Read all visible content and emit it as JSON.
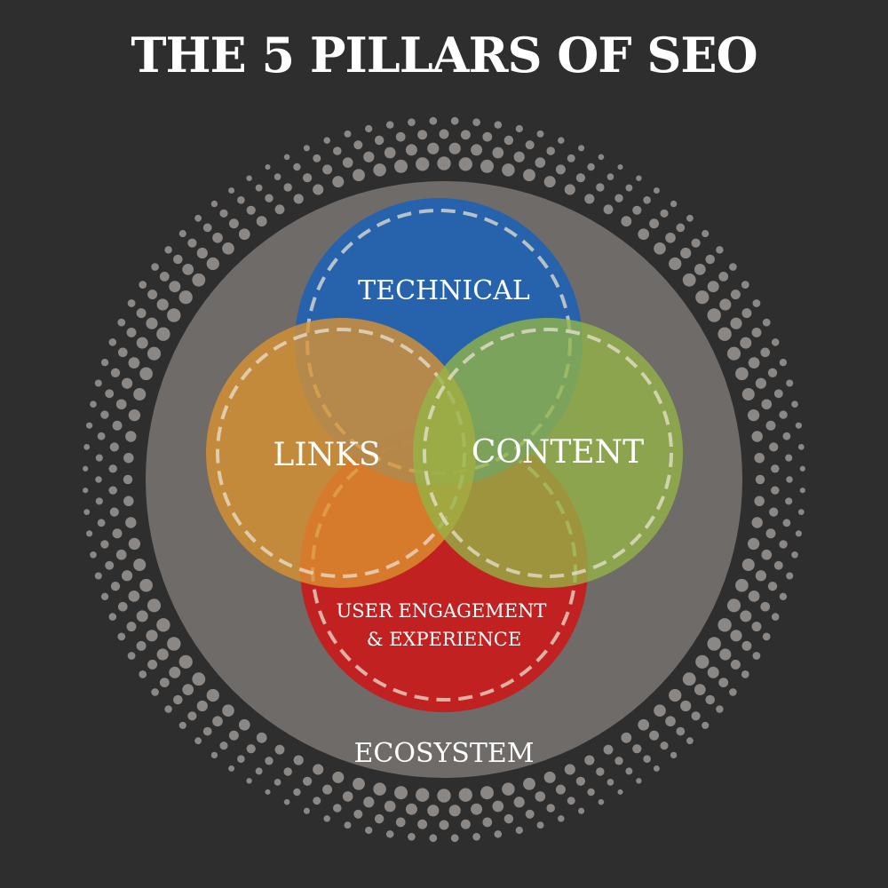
{
  "title": "THE 5 PILLARS OF SEO",
  "outer": {
    "label": "ECOSYSTEM",
    "color": "#6f6b68",
    "dots_color": "#8a8785"
  },
  "pillars": [
    {
      "id": "technical",
      "label_lines": [
        "TECHNICAL"
      ],
      "color": "#1f63b2"
    },
    {
      "id": "links",
      "label_lines": [
        "LINKS"
      ],
      "color": "#dd9330"
    },
    {
      "id": "content",
      "label_lines": [
        "CONTENT"
      ],
      "color": "#93b545"
    },
    {
      "id": "user-engagement",
      "label_lines": [
        "USER ENGAGEMENT",
        "& EXPERIENCE"
      ],
      "color": "#c51e1e"
    }
  ],
  "background_color": "#2e2e2e",
  "dash_color": "#e8e2d2"
}
